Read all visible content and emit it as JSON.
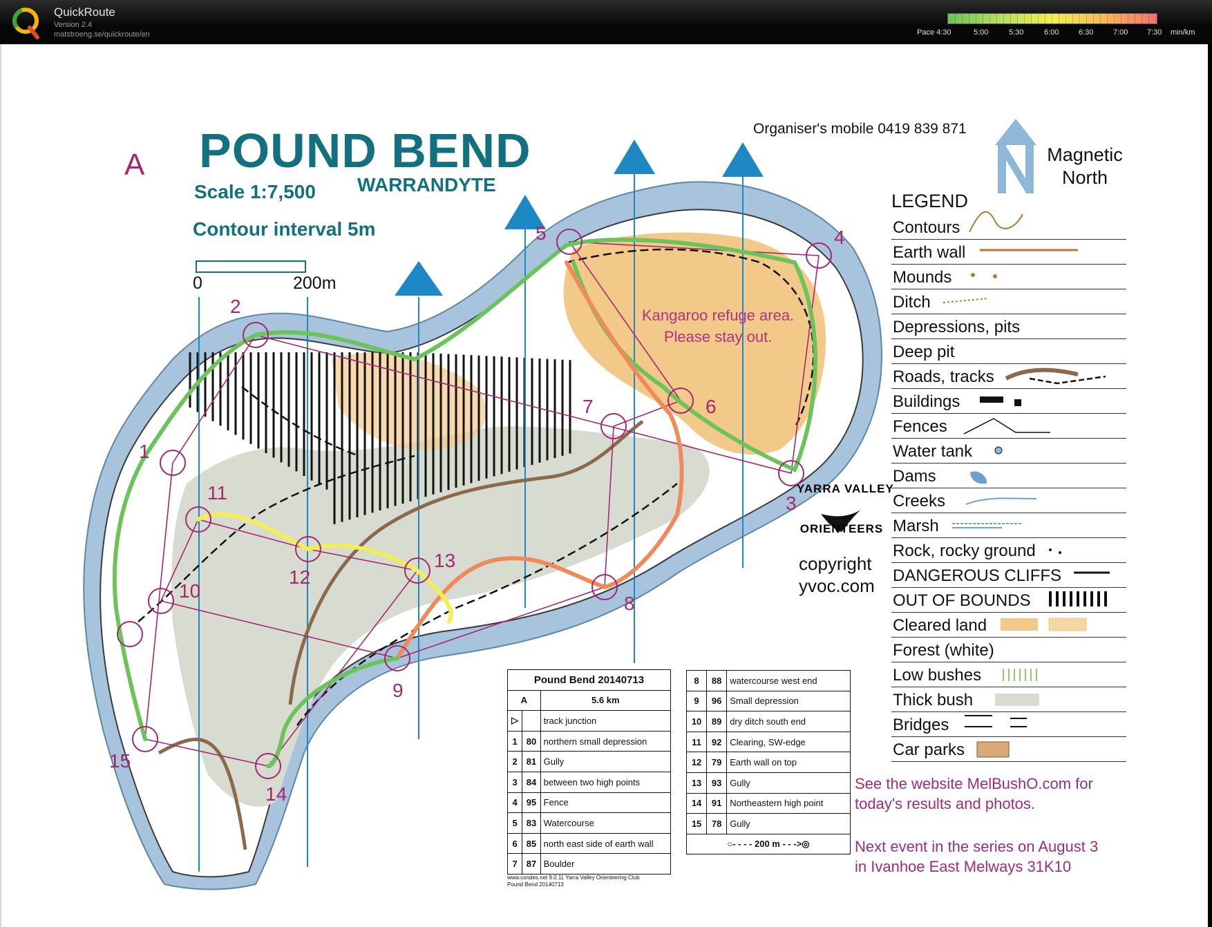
{
  "app": {
    "name": "QuickRoute",
    "version": "Version 2.4",
    "url": "matstroeng.se/quickroute/en"
  },
  "pace_scale": {
    "labels": [
      "Pace 4:30",
      "5:00",
      "5:30",
      "6:00",
      "6:30",
      "7:00",
      "7:30",
      "min/km"
    ],
    "colors": {
      "fast": "#6cc35c",
      "mid": "#f3ee55",
      "slow": "#f27070"
    }
  },
  "map": {
    "course_letter": "A",
    "title": "POUND BEND",
    "subtitle": "WARRANDYTE",
    "scale": "Scale 1:7,500",
    "contour": "Contour interval 5m",
    "scalebar_start": "0",
    "scalebar_end": "200m",
    "organiser": "Organiser's mobile 0419 839 871",
    "magnetic_north": "Magnetic North",
    "refuge_line1": "Kangaroo refuge area.",
    "refuge_line2": "Please stay out.",
    "club_line1": "YARRA VALLEY",
    "club_line2": "ORIENTEERS",
    "copyright_line1": "copyright",
    "copyright_line2": "yvoc.com",
    "website_line1": "See the website MelBushO.com for",
    "website_line2": "today's results and photos.",
    "next_line1": "Next event in the series on August 3",
    "next_line2": "in Ivanhoe East Melways 31K10",
    "colors": {
      "water": "#a8c4dc",
      "open": "#f3c98a",
      "rough": "#d8dcd0",
      "forest": "#ffffff",
      "control": "#a3286f",
      "north": "#1e88c4"
    }
  },
  "legend": {
    "heading": "LEGEND",
    "items": [
      "Contours",
      "Earth wall",
      "Mounds",
      "Ditch",
      "Depressions, pits",
      "Deep pit",
      "Roads, tracks",
      "Buildings",
      "Fences",
      "Water tank",
      "Dams",
      "Creeks",
      "Marsh",
      "Rock, rocky ground",
      "DANGEROUS CLIFFS",
      "OUT OF BOUNDS",
      "Cleared land",
      "Forest (white)",
      "Low bushes",
      "Thick bush",
      "Bridges",
      "Car parks"
    ]
  },
  "controls_on_map": [
    "1",
    "2",
    "3",
    "4",
    "5",
    "6",
    "7",
    "8",
    "9",
    "10",
    "11",
    "12",
    "13",
    "14",
    "15"
  ],
  "course_table": {
    "title": "Pound Bend 20140713",
    "course": "A",
    "length": "5.6 km",
    "start": "track junction",
    "left_rows": [
      {
        "num": "1",
        "code": "80",
        "desc": "northern small depression"
      },
      {
        "num": "2",
        "code": "81",
        "desc": "Gully"
      },
      {
        "num": "3",
        "code": "84",
        "desc": "between two high points"
      },
      {
        "num": "4",
        "code": "95",
        "desc": "Fence"
      },
      {
        "num": "5",
        "code": "83",
        "desc": "Watercourse"
      },
      {
        "num": "6",
        "code": "85",
        "desc": "north east side of earth wall"
      },
      {
        "num": "7",
        "code": "87",
        "desc": "Boulder"
      }
    ],
    "right_rows": [
      {
        "num": "8",
        "code": "88",
        "desc": "watercourse west end"
      },
      {
        "num": "9",
        "code": "96",
        "desc": "Small depression"
      },
      {
        "num": "10",
        "code": "89",
        "desc": "dry ditch south end"
      },
      {
        "num": "11",
        "code": "92",
        "desc": "Clearing, SW-edge"
      },
      {
        "num": "12",
        "code": "79",
        "desc": "Earth wall on top"
      },
      {
        "num": "13",
        "code": "93",
        "desc": "Gully"
      },
      {
        "num": "14",
        "code": "91",
        "desc": "Northeastern high point"
      },
      {
        "num": "15",
        "code": "78",
        "desc": "Gully"
      }
    ],
    "finish": "200 m",
    "footer_line1": "www.condes.net 9.0.11 Yarra Valley Orienteering Club",
    "footer_line2": "Pound Bend 20140713"
  }
}
